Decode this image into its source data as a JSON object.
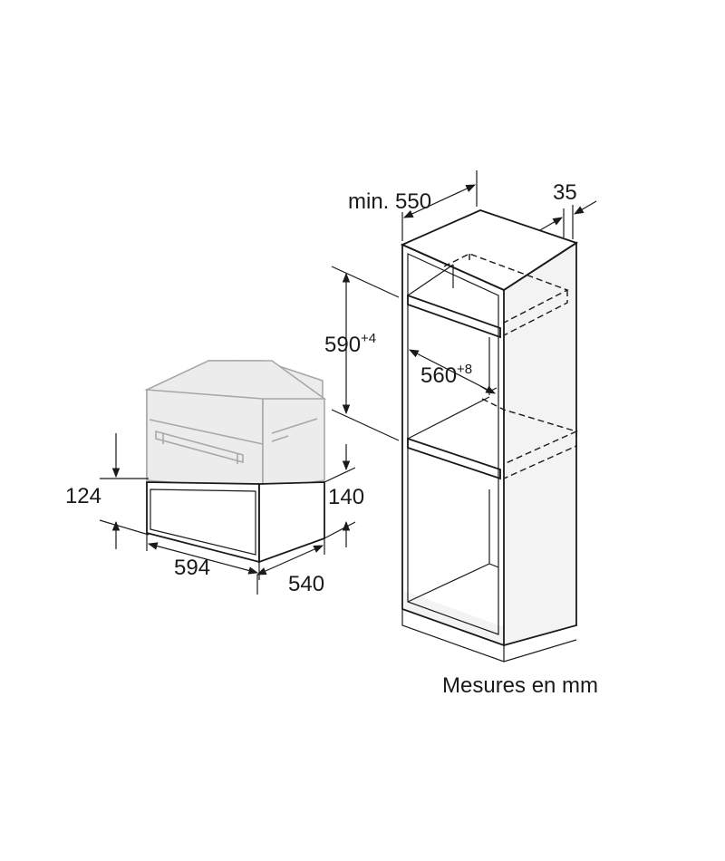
{
  "dimensions": {
    "drawer_height": "124",
    "drawer_total_height": "140",
    "drawer_width": "594",
    "drawer_depth": "540",
    "cabinet_min_depth": "min. 550",
    "cabinet_rear_gap": "35",
    "niche_height": "590",
    "niche_height_tolerance": "+4",
    "niche_width": "560",
    "niche_width_tolerance": "+8"
  },
  "caption": "Mesures en mm",
  "colors": {
    "line": "#1a1a1a",
    "appliance_gray": "#a8a8a8"
  }
}
